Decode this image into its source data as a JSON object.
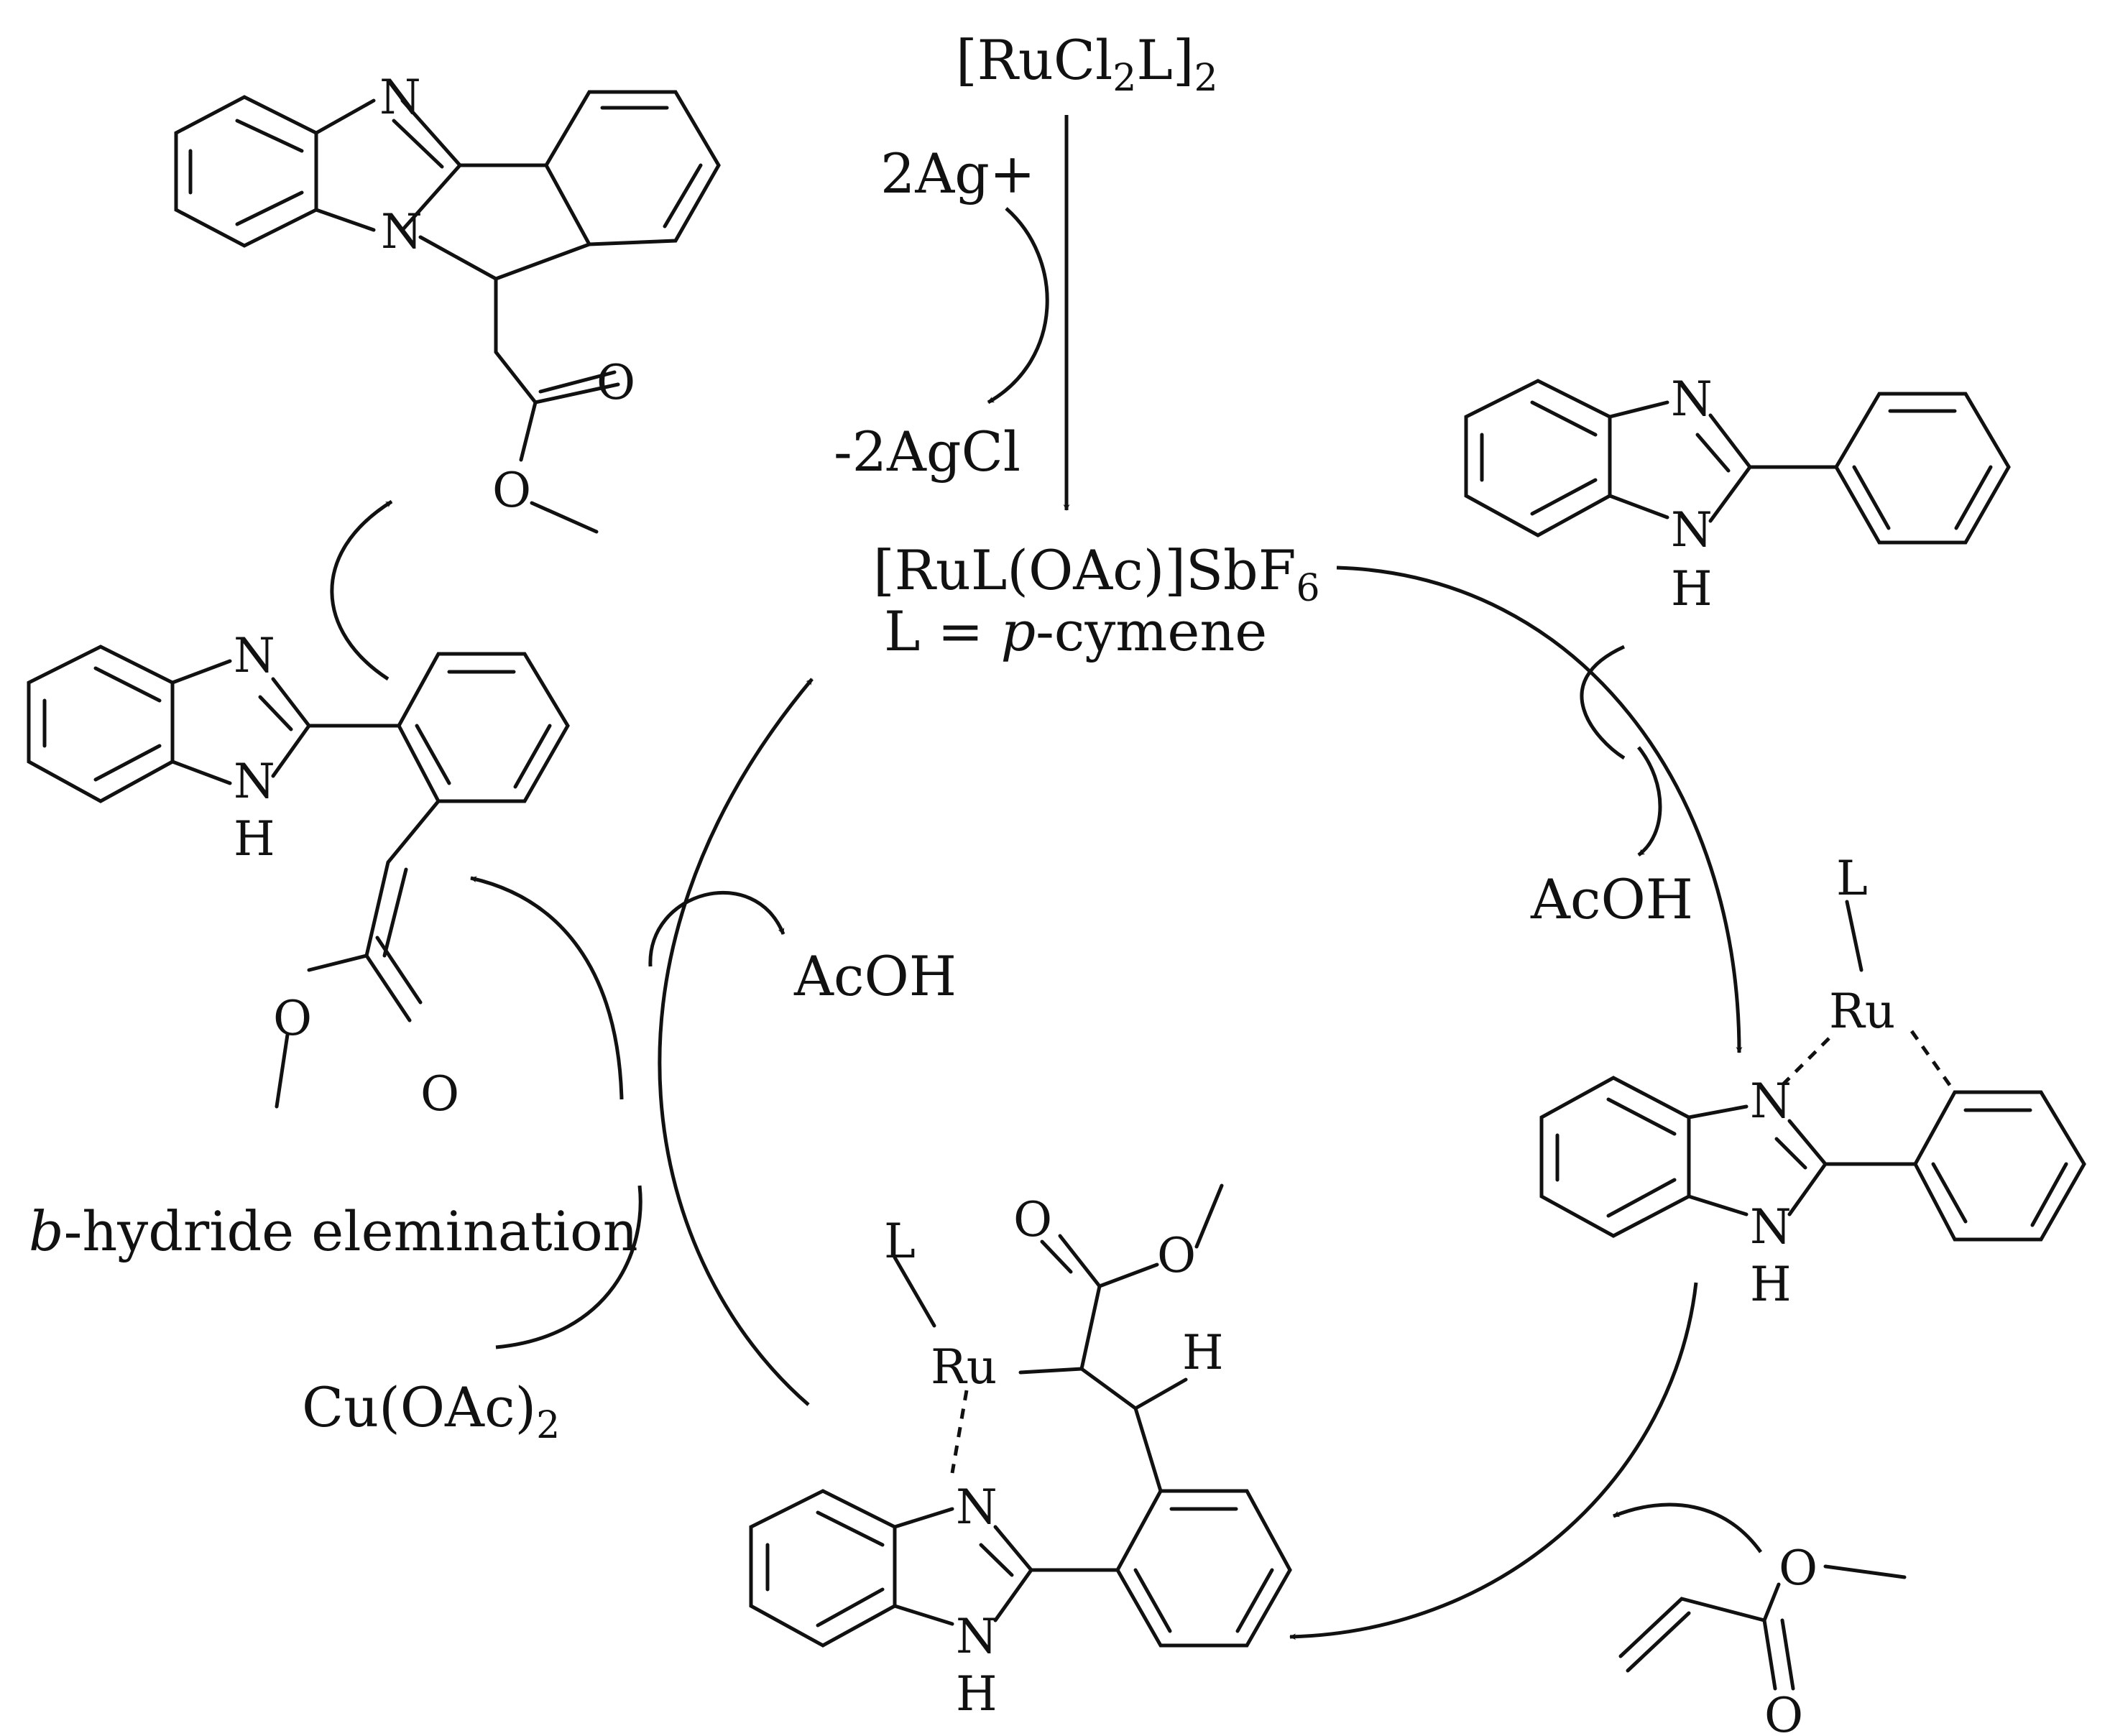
{
  "colors": {
    "ink": "#111111",
    "background": "#ffffff"
  },
  "labels": {
    "precatalyst_main": "[RuCl",
    "precatalyst_sub1": "2",
    "precatalyst_mid": "L]",
    "precatalyst_sub2": "2",
    "silver_in": "2Ag+",
    "silver_out": "-2AgCl",
    "catalyst_main": "[RuL(OAc)]SbF",
    "catalyst_sub": "6",
    "ligand_def_prefix": "L = ",
    "ligand_def_italic": "p",
    "ligand_def_suffix": "-cymene",
    "acoh_right": "AcOH",
    "acoh_left": "AcOH",
    "beta_italic": "b",
    "beta_rest": "-hydride elemination",
    "copper_main": "Cu(OAc)",
    "copper_sub": "2"
  },
  "atoms": {
    "N": "N",
    "H": "H",
    "O": "O",
    "Ru": "Ru",
    "L": "L"
  }
}
